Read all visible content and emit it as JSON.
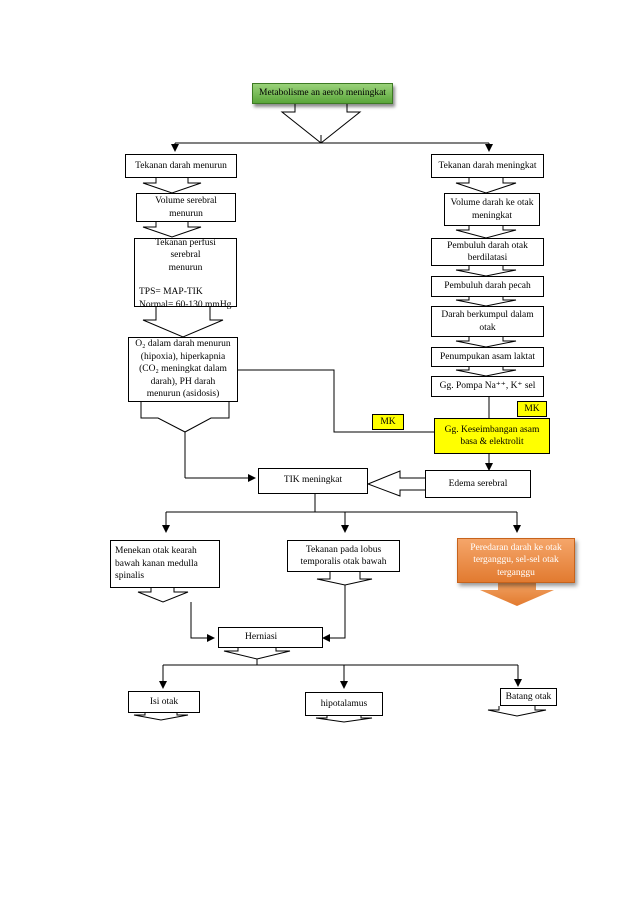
{
  "title": "Metabolisme an aerob meningkat",
  "left_branch": {
    "tekanan_menurun": "Tekanan darah menurun",
    "volume_serebral": "Volume serebral\nmenurun",
    "perfusi": "Tekanan perfusi serebral\nmenurun",
    "tps": "TPS= MAP-TIK\nNormal= 60-130 mmHg",
    "o2": "O₂ dalam darah menurun\n(hipoxia), hiperkapnia\n(CO₂ meningkat dalam\ndarah), PH darah\nmenurun (asidosis)"
  },
  "right_branch": {
    "tekanan_meningkat": "Tekanan darah meningkat",
    "volume_otak": "Volume darah ke otak\nmeningkat",
    "pembuluh_dilatasi": "Pembuluh darah otak\nberdilatasi",
    "pembuluh_pecah": "Pembuluh darah pecah",
    "darah_berkumpul": "Darah berkumpul dalam\notak",
    "asam_laktat": "Penumpukan asam laktat",
    "pompa": "Gg. Pompa Na⁺⁺, K⁺ sel",
    "mk_right": "MK",
    "mk_middle": "MK",
    "keseimbangan": "Gg. Keseimbangan  asam\nbasa & elektrolit",
    "edema": "Edema serebral"
  },
  "center": {
    "tik": "TIK meningkat",
    "menekan": "Menekan otak kearah\nbawah kanan medulla\nspinalis",
    "tekanan_lobus": "Tekanan pada lobus\ntemporalis otak bawah",
    "peredaran": "Peredaran darah ke otak\nterganggu, sel-sel otak\nterganggu",
    "herniasi": "Herniasi",
    "isi_otak": "Isi otak",
    "hipotalamus": "hipotalamus",
    "batang_otak": "Batang otak"
  },
  "colors": {
    "title_green": "#6cb64a",
    "highlight_yellow": "#ffff00",
    "orange": "#e8853d"
  }
}
